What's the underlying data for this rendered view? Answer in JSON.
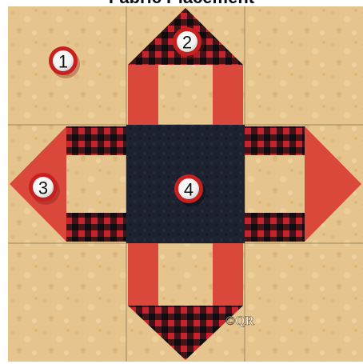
{
  "title": "Fabric Placement",
  "labels": [
    "1",
    "2",
    "3",
    "4"
  ],
  "watermark": "©QR",
  "colors": {
    "background_fabric": "#e6c48d",
    "red_fabric": "#d9483b",
    "plaid_red": "#b01d26",
    "plaid_dark": "#151515",
    "center_fabric": "#1c2230",
    "seam": "#8a7a5a"
  }
}
